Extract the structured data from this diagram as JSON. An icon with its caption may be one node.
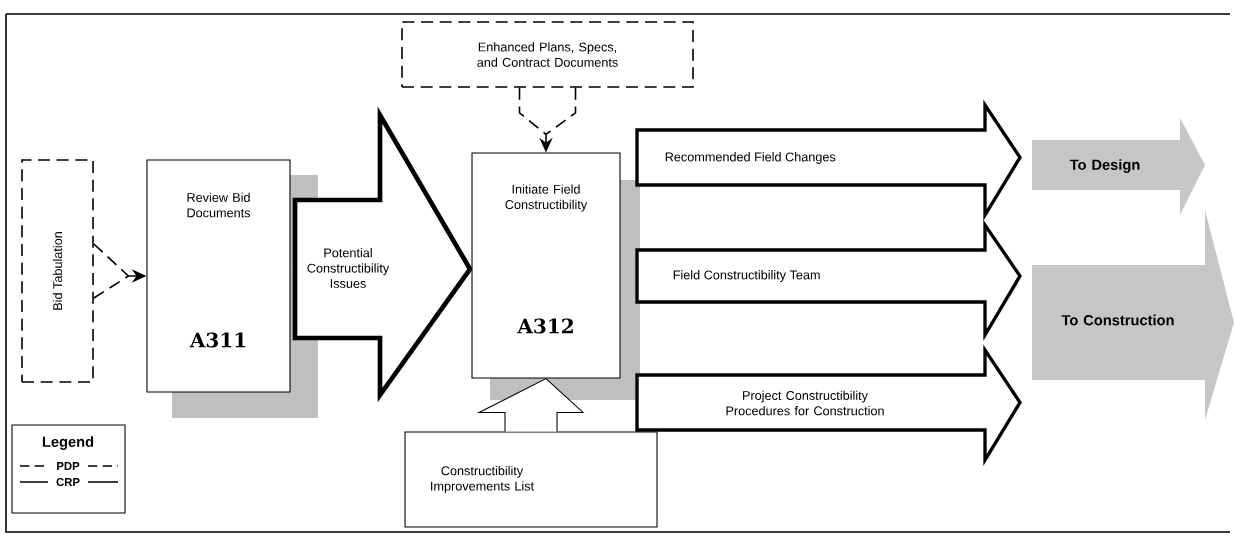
{
  "diagram": {
    "nodes": [
      {
        "text": [
          "Bid Tabulation"
        ]
      },
      {
        "text": [
          "Review Bid Documents",
          "A311"
        ]
      },
      {
        "text": [
          "Potential Constructibility Issues"
        ]
      },
      {
        "text": [
          "Enhanced Plans, Specs, and Contract Documents"
        ]
      },
      {
        "text": [
          "Initiate Field Constructibility",
          "A312"
        ]
      },
      {
        "text": [
          "Constructibility Improvements List"
        ]
      },
      {
        "text": [
          "Recommended Field Changes"
        ]
      },
      {
        "text": [
          "Field Constructibility Team"
        ]
      },
      {
        "text": [
          "Project Constructibility Procedures for Construction"
        ]
      },
      {
        "text": [
          "To Design"
        ]
      },
      {
        "text": [
          "To Construction"
        ]
      }
    ],
    "edges": [
      {
        "from": 0,
        "to": 1,
        "arrow": "to",
        "style": "dashed"
      },
      {
        "from": 3,
        "to": 4,
        "arrow": "to",
        "style": "dashed"
      },
      {
        "from": 5,
        "to": 4,
        "arrow": "to"
      }
    ],
    "labels": [
      "Legend"
    ],
    "legend": [
      {
        "text": "PDP"
      },
      {
        "text": "CRP"
      }
    ]
  }
}
